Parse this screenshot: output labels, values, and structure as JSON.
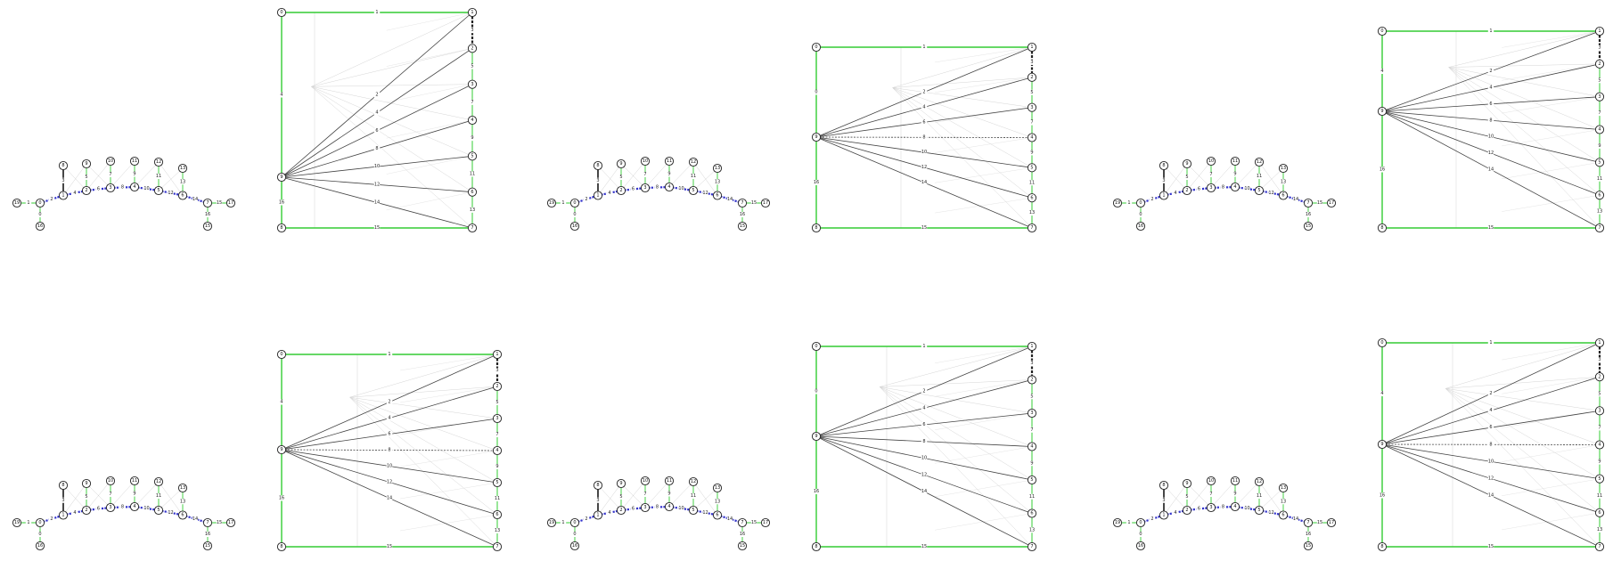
{
  "colors": {
    "green": "#33cc33",
    "blue": "#3333cc",
    "black": "#333333",
    "gray": "#c8c8c8",
    "node_stroke": "#222222"
  },
  "chain": {
    "nodes": [
      {
        "id": "n19",
        "label": "19"
      },
      {
        "id": "n0",
        "label": "0"
      },
      {
        "id": "n1",
        "label": "1"
      },
      {
        "id": "n2",
        "label": "2"
      },
      {
        "id": "n3",
        "label": "3"
      },
      {
        "id": "n4",
        "label": "4"
      },
      {
        "id": "n5",
        "label": "5"
      },
      {
        "id": "n6",
        "label": "6"
      },
      {
        "id": "n7",
        "label": "7"
      },
      {
        "id": "n17",
        "label": "17"
      },
      {
        "id": "n8",
        "label": "8"
      },
      {
        "id": "n9",
        "label": "9"
      },
      {
        "id": "n10",
        "label": "10"
      },
      {
        "id": "n11",
        "label": "11"
      },
      {
        "id": "n12",
        "label": "12"
      },
      {
        "id": "n13",
        "label": "13"
      },
      {
        "id": "n16",
        "label": "16"
      },
      {
        "id": "n15",
        "label": "15"
      }
    ],
    "edges": [
      {
        "a": "n19",
        "b": "n0",
        "label": "1",
        "kind": "green"
      },
      {
        "a": "n0",
        "b": "n1",
        "label": "2",
        "kind": "blue"
      },
      {
        "a": "n1",
        "b": "n2",
        "label": "4",
        "kind": "blue"
      },
      {
        "a": "n2",
        "b": "n3",
        "label": "6",
        "kind": "blue"
      },
      {
        "a": "n3",
        "b": "n4",
        "label": "8",
        "kind": "blue"
      },
      {
        "a": "n4",
        "b": "n5",
        "label": "10",
        "kind": "blue"
      },
      {
        "a": "n5",
        "b": "n6",
        "label": "12",
        "kind": "blue"
      },
      {
        "a": "n6",
        "b": "n7",
        "label": "14",
        "kind": "blue"
      },
      {
        "a": "n7",
        "b": "n17",
        "label": "15",
        "kind": "green"
      },
      {
        "a": "n0",
        "b": "n16",
        "label": "0",
        "kind": "green"
      },
      {
        "a": "n7",
        "b": "n15",
        "label": "16",
        "kind": "green"
      },
      {
        "a": "n1",
        "b": "n8",
        "label": "3",
        "kind": "black"
      },
      {
        "a": "n2",
        "b": "n9",
        "label": "5",
        "kind": "green"
      },
      {
        "a": "n3",
        "b": "n10",
        "label": "7",
        "kind": "green"
      },
      {
        "a": "n4",
        "b": "n11",
        "label": "9",
        "kind": "green"
      },
      {
        "a": "n5",
        "b": "n12",
        "label": "11",
        "kind": "green"
      },
      {
        "a": "n6",
        "b": "n13",
        "label": "13",
        "kind": "green"
      }
    ]
  },
  "fan_panels": [
    {
      "left_top": "0",
      "center": "9",
      "left_bottom": "8",
      "right": [
        "1",
        "2",
        "3",
        "4",
        "5",
        "6",
        "7"
      ],
      "top_label": "1",
      "bottom_label": "15",
      "upper_left_label": "4",
      "lower_left_label": "16",
      "right_labels": [
        "3",
        "5",
        "7",
        "9",
        "11",
        "13"
      ],
      "fan_labels": [
        "2",
        "4",
        "6",
        "8",
        "10",
        "12",
        "14"
      ],
      "dashed_index": -1
    },
    {
      "left_top": "0",
      "center": "9",
      "left_bottom": "8",
      "right": [
        "1",
        "2",
        "3",
        "4",
        "5",
        "6",
        "7"
      ],
      "top_label": "1",
      "bottom_label": "15",
      "upper_left_label": "0",
      "lower_left_label": "16",
      "right_labels": [
        "3",
        "5",
        "7",
        "9",
        "11",
        "13"
      ],
      "fan_labels": [
        "2",
        "4",
        "6",
        "8",
        "10",
        "12",
        "14"
      ],
      "dashed_index": 3
    },
    {
      "left_top": "0",
      "center": "9",
      "left_bottom": "8",
      "right": [
        "1",
        "2",
        "3",
        "4",
        "5",
        "6",
        "7"
      ],
      "top_label": "1",
      "bottom_label": "15",
      "upper_left_label": "4",
      "lower_left_label": "16",
      "right_labels": [
        "3",
        "5",
        "7",
        "9",
        "11",
        "13"
      ],
      "fan_labels": [
        "2",
        "4",
        "6",
        "8",
        "10",
        "12",
        "14"
      ],
      "dashed_index": -1
    },
    {
      "left_top": "0",
      "center": "9",
      "left_bottom": "8",
      "right": [
        "1",
        "2",
        "3",
        "4",
        "5",
        "6",
        "7"
      ],
      "top_label": "1",
      "bottom_label": "15",
      "upper_left_label": "4",
      "lower_left_label": "16",
      "right_labels": [
        "3",
        "5",
        "7",
        "9",
        "11",
        "13"
      ],
      "fan_labels": [
        "2",
        "4",
        "6",
        "8",
        "10",
        "12",
        "14"
      ],
      "dashed_index": 3
    },
    {
      "left_top": "0",
      "center": "9",
      "left_bottom": "8",
      "right": [
        "1",
        "2",
        "3",
        "4",
        "5",
        "6",
        "7"
      ],
      "top_label": "1",
      "bottom_label": "15",
      "upper_left_label": "0",
      "lower_left_label": "16",
      "right_labels": [
        "3",
        "5",
        "7",
        "9",
        "11",
        "13"
      ],
      "fan_labels": [
        "2",
        "4",
        "6",
        "8",
        "10",
        "12",
        "14"
      ],
      "dashed_index": -1
    },
    {
      "left_top": "0",
      "center": "9",
      "left_bottom": "8",
      "right": [
        "1",
        "2",
        "3",
        "4",
        "5",
        "6",
        "7"
      ],
      "top_label": "1",
      "bottom_label": "15",
      "upper_left_label": "4",
      "lower_left_label": "16",
      "right_labels": [
        "3",
        "5",
        "7",
        "9",
        "11",
        "13"
      ],
      "fan_labels": [
        "2",
        "4",
        "6",
        "8",
        "10",
        "12",
        "14"
      ],
      "dashed_index": 3
    }
  ]
}
